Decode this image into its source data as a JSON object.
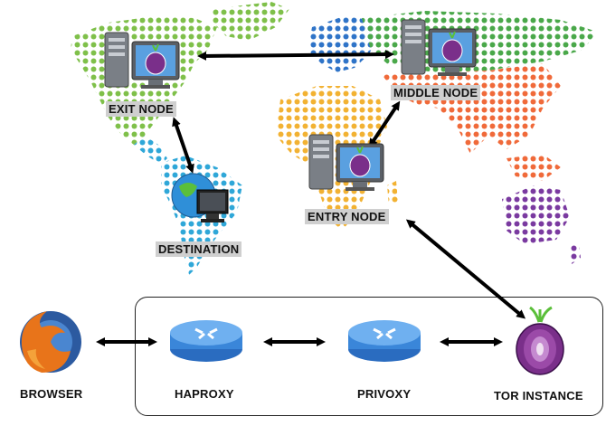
{
  "labels": {
    "exit_node": "EXIT NODE",
    "middle_node": "MIDDLE NODE",
    "entry_node": "ENTRY NODE",
    "destination": "DESTINATION",
    "browser": "BROWSER",
    "haproxy": "HAPROXY",
    "privoxy": "PRIVOXY",
    "tor_instance": "TOR INSTANCE"
  },
  "icons": {
    "exit_node": "tor-server-icon",
    "middle_node": "tor-server-icon",
    "entry_node": "tor-server-icon",
    "destination": "globe-computer-icon",
    "browser": "firefox-icon",
    "haproxy": "router-icon",
    "privoxy": "router-icon",
    "tor_instance": "tor-onion-icon"
  },
  "colors": {
    "north_america": "#7fc04a",
    "south_america": "#2fa7d8",
    "europe": "#2f74c8",
    "asia": "#f06a3a",
    "russia": "#4aa84a",
    "africa": "#f2b233",
    "oceania": "#7a3aa0",
    "greenland": "#7fc04a",
    "arrow": "#000000",
    "label_bg": "#cfcfcf",
    "router": "#3a86d9",
    "onion": "#7a2f8a"
  }
}
